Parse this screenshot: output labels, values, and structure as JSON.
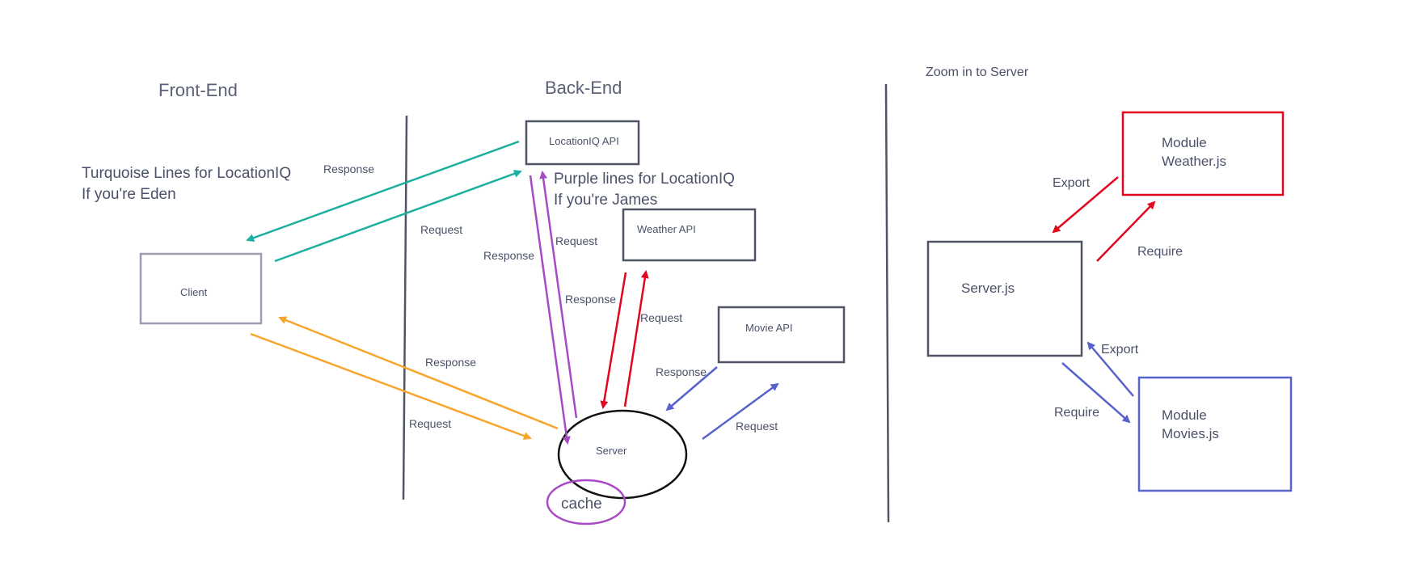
{
  "colors": {
    "turquoise": "#1aaf9e",
    "orange": "#f8a52b",
    "purple": "#a74ac4",
    "red": "#e1061d",
    "blue": "#5862cc",
    "dark_box": "#4f5565",
    "gray_box": "#999eb0",
    "divider": "#4f5565",
    "server_outline": "#111111"
  },
  "sections": {
    "front_end": "Front-End",
    "back_end": "Back-End",
    "zoom": "Zoom in to Server"
  },
  "notes": {
    "turquoise_line1": "Turquoise Lines for LocationIQ",
    "turquoise_line2": "If you're Eden",
    "purple_line1": "Purple lines for LocationIQ",
    "purple_line2": "If you're James"
  },
  "nodes": {
    "client": "Client",
    "location_api": "LocationIQ API",
    "weather_api": "Weather API",
    "movie_api": "Movie API",
    "server": "Server",
    "cache": "cache",
    "server_js": "Server.js",
    "weather_module_line1": "Module",
    "weather_module_line2": "Weather.js",
    "movies_module_line1": "Module",
    "movies_module_line2": "Movies.js"
  },
  "edge_labels": {
    "turquoise_response": "Response",
    "turquoise_request": "Request",
    "purple_response": "Response",
    "purple_request": "Request",
    "red_response": "Response",
    "red_request": "Request",
    "orange_response": "Response",
    "orange_request": "Request",
    "blue_response": "Response",
    "blue_request": "Request",
    "weather_export": "Export",
    "weather_require": "Require",
    "movies_export": "Export",
    "movies_require": "Require"
  }
}
